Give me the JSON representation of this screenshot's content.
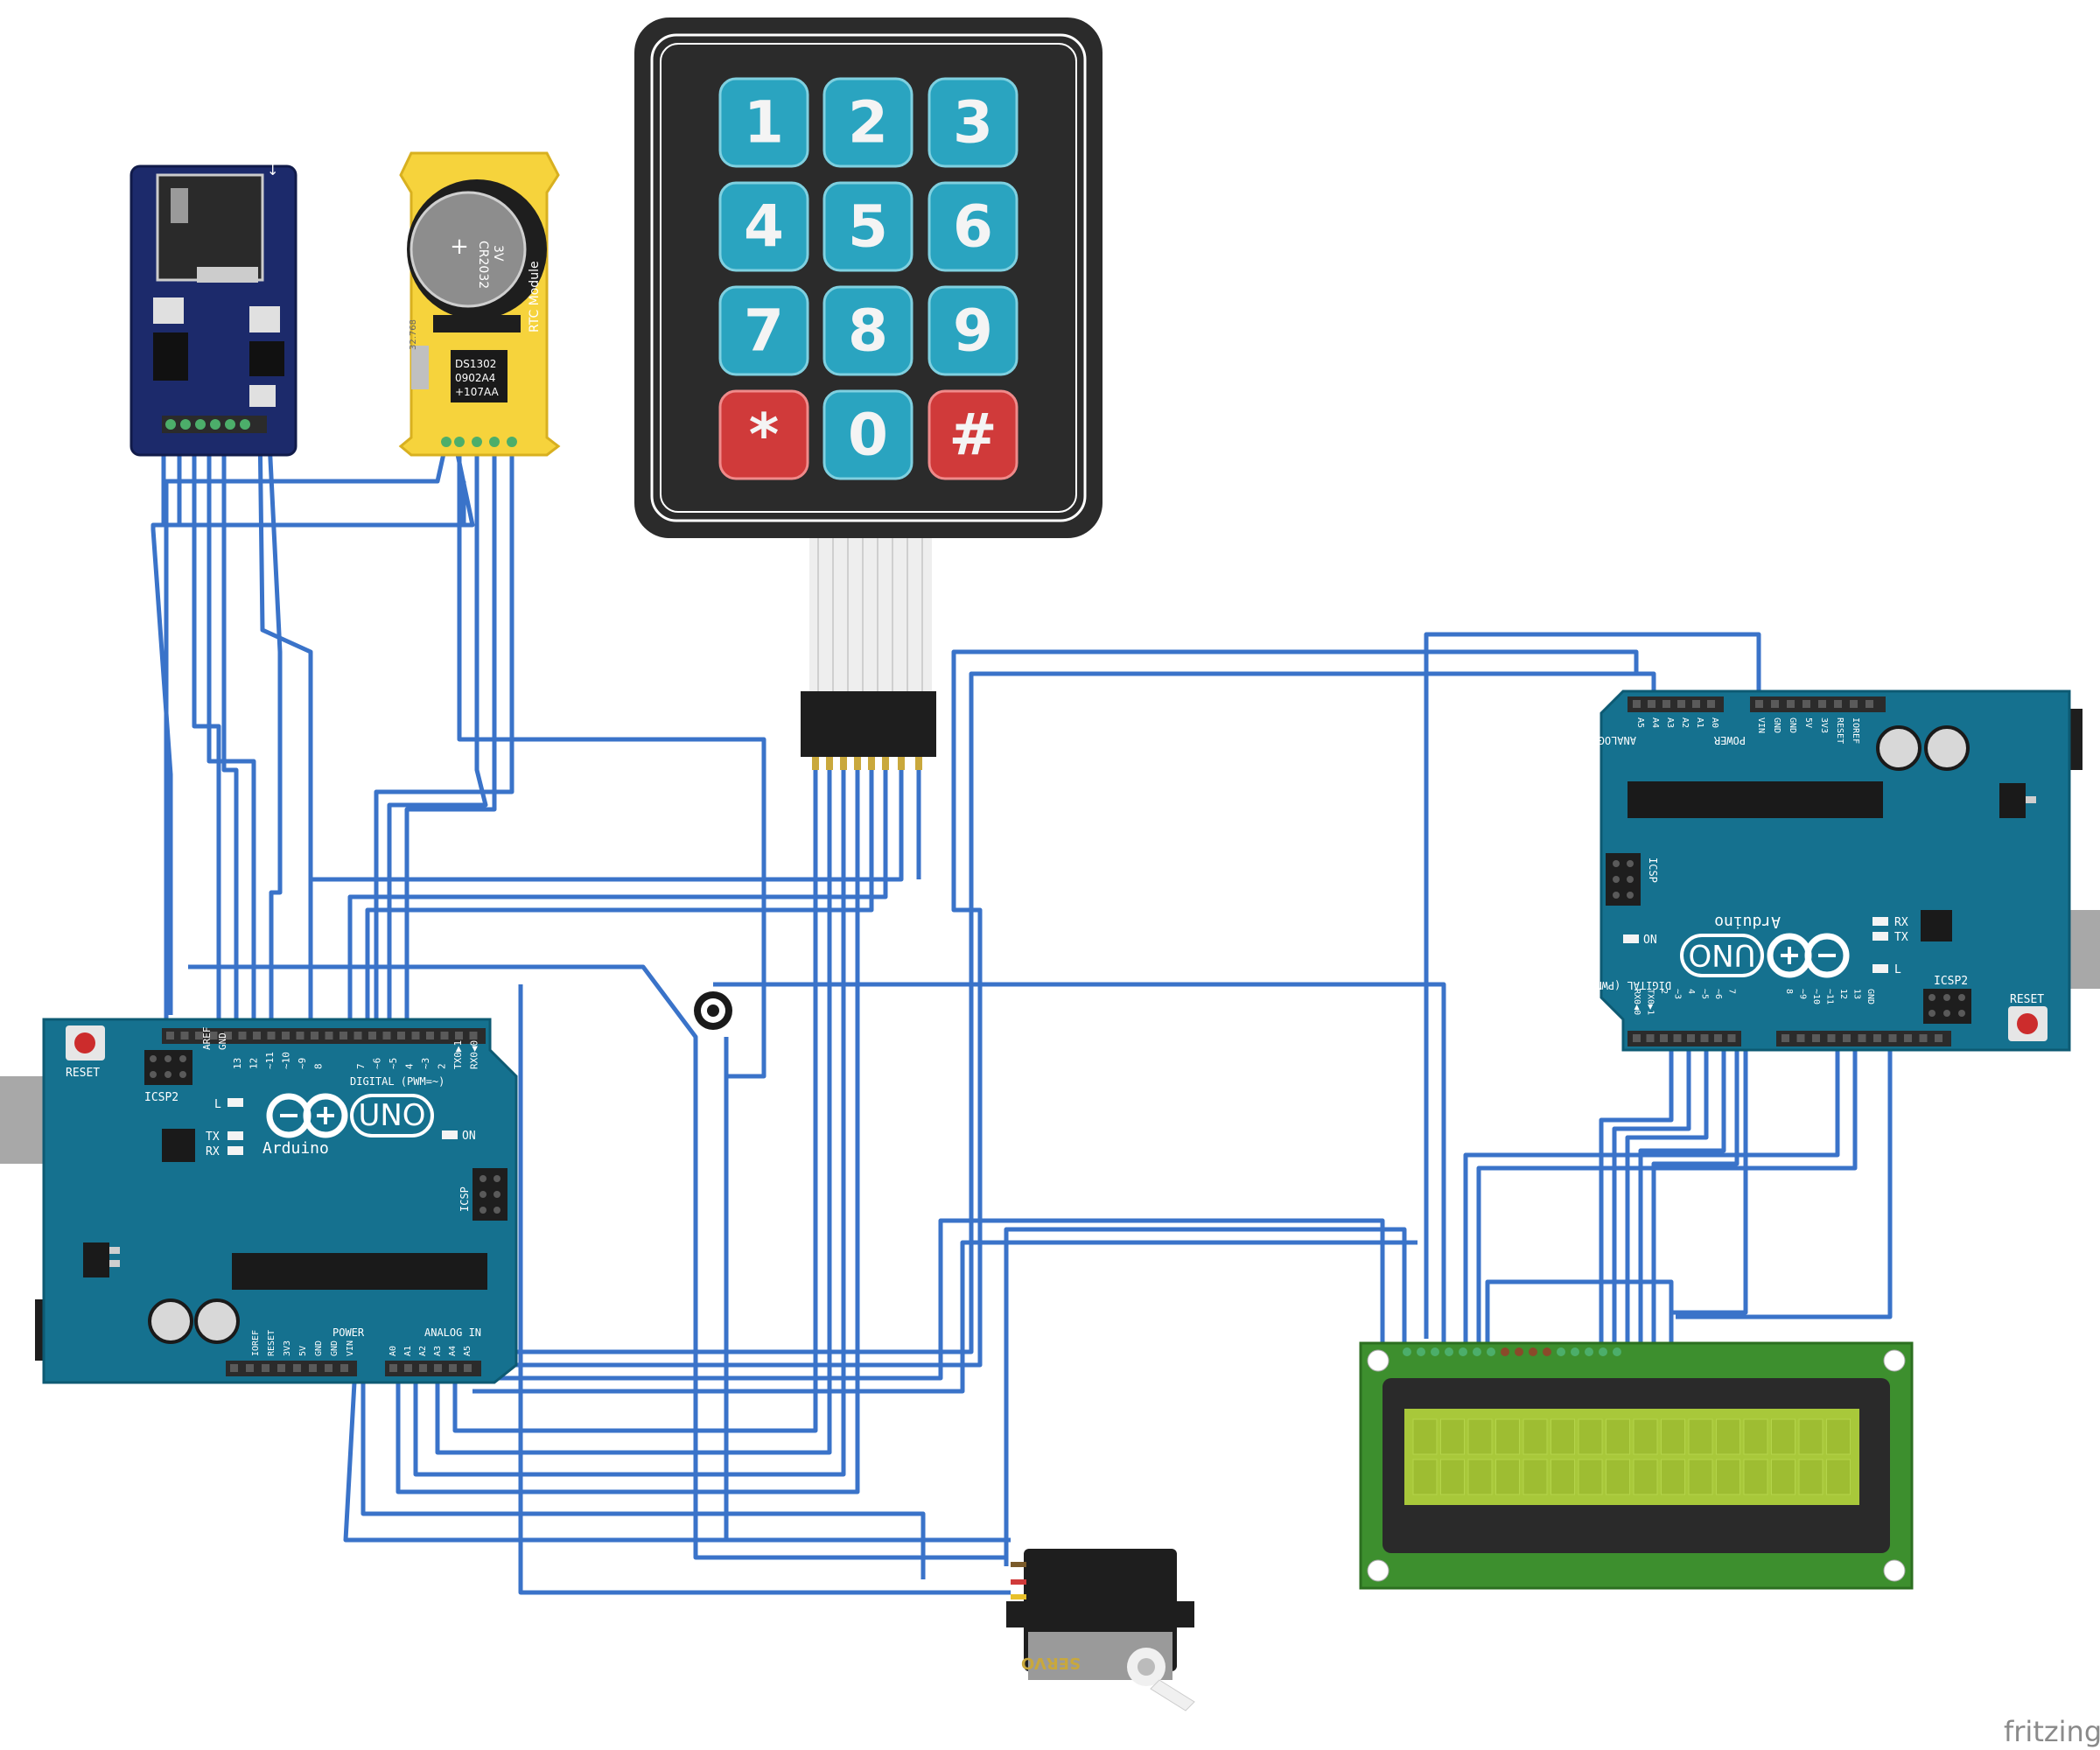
{
  "keypad": {
    "keys": [
      "1",
      "2",
      "3",
      "4",
      "5",
      "6",
      "7",
      "8",
      "9",
      "*",
      "0",
      "#"
    ]
  },
  "arduino_left": {
    "reset_label": "RESET",
    "icsp2_label": "ICSP2",
    "aref_label": "AREF",
    "gnd_label": "GND",
    "digital_pins": [
      "13",
      "12",
      "~11",
      "~10",
      "~9",
      "8",
      "7",
      "~6",
      "~5",
      "4",
      "~3",
      "2",
      "TX0▶1",
      "RX0◀0"
    ],
    "digital_label": "DIGITAL (PWM=~)",
    "l_label": "L",
    "tx_label": "TX",
    "rx_label": "RX",
    "on_label": "ON",
    "uno_label": "UNO",
    "brand_label": "Arduino",
    "icsp_label": "ICSP",
    "power_label": "POWER",
    "analog_label": "ANALOG IN",
    "power_pins": [
      "IOREF",
      "RESET",
      "3V3",
      "5V",
      "GND",
      "GND",
      "VIN"
    ],
    "analog_pins": [
      "A0",
      "A1",
      "A2",
      "A3",
      "A4",
      "A5"
    ]
  },
  "arduino_right": {
    "reset_label": "RESET",
    "icsp2_label": "ICSP2",
    "icsp_label": "ICSP",
    "analog_label": "ANALOG IN",
    "power_label": "POWER",
    "analog_pins": [
      "A5",
      "A4",
      "A3",
      "A2",
      "A1",
      "A0"
    ],
    "power_pins": [
      "VIN",
      "GND",
      "GND",
      "5V",
      "3V3",
      "RESET",
      "IOREF"
    ],
    "digital_label": "DIGITAL (PWM=~)",
    "digital_pins": [
      "RX0◀0",
      "TX0▶1",
      "2",
      "~3",
      "4",
      "~5",
      "~6",
      "7",
      "8",
      "~9",
      "~10",
      "~11",
      "12",
      "13",
      "GND"
    ],
    "uno_label": "UNO",
    "brand_label": "Arduino",
    "on_label": "ON",
    "l_label": "L",
    "tx_label": "TX",
    "rx_label": "RX"
  },
  "rtc": {
    "battery_label": "CR2032",
    "battery_volt": "3V",
    "chip_line1": "DS1302",
    "chip_line2": "0902A4",
    "chip_line3": "+107AA",
    "crystal_label": "32.768",
    "module_label": "RTC Module"
  },
  "servo": {
    "label": "SERVO"
  },
  "watermark": "fritzing",
  "colors": {
    "wire": "#3a73c9",
    "arduino_pcb": "#15718f",
    "sd_pcb": "#1c2a6b",
    "rtc_pcb": "#f6d33c",
    "keypad_body": "#2b2b2b",
    "key_blue": "#2aa4c0",
    "key_red": "#d03a3a",
    "lcd_pcb": "#3d8f2e",
    "lcd_screen": "#a8c83a"
  }
}
